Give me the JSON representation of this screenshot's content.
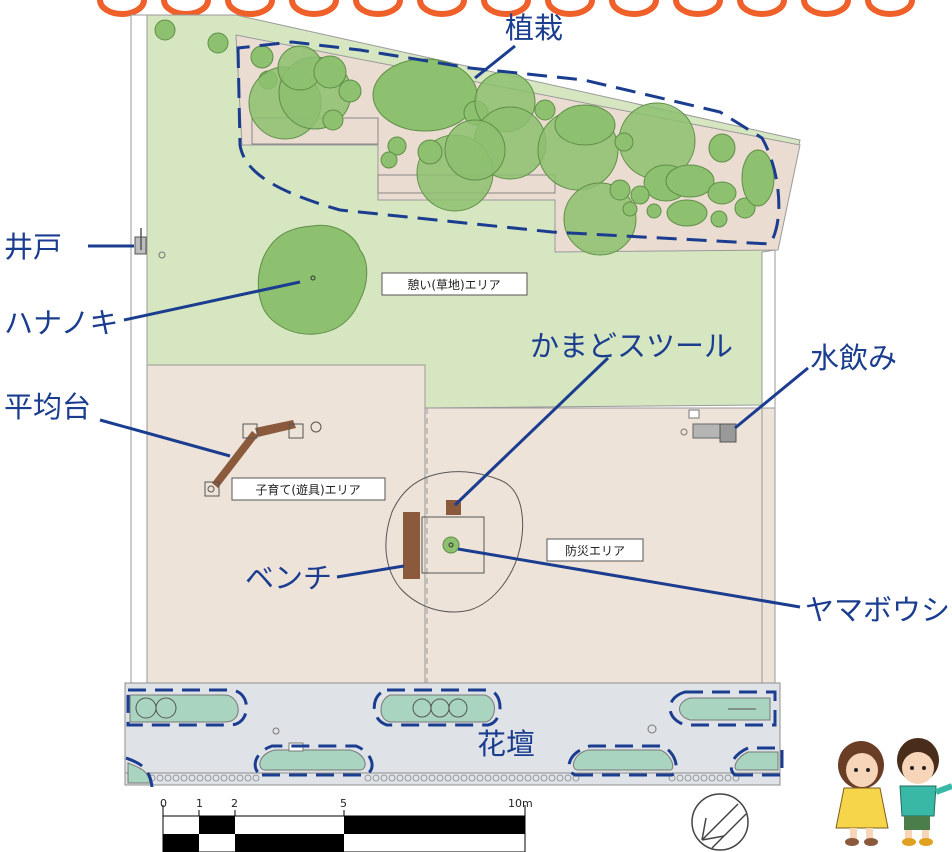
{
  "colors": {
    "lawn": "#d6e6c0",
    "ground": "#eee3d9",
    "planting": "#eadcd1",
    "tree": "#8dc06f",
    "tree_edge": "#5f8f47",
    "road": "#dfe3e7",
    "flowerbed": "#a9d4bf",
    "callout": "#1b3d8f",
    "wood": "#8b5a3c",
    "accent_top": "#f0602a"
  },
  "callouts": {
    "planting": "植栽",
    "well": "井戸",
    "alder": "ハナノキ",
    "balance_beam": "平均台",
    "stool": "かまどスツール",
    "drinking": "水飲み",
    "bench": "ベンチ",
    "dogwood": "ヤマボウシ",
    "flowerbed": "花壇"
  },
  "areas": {
    "rest": "憩い(草地)エリア",
    "kids": "子育て(遊具)エリア",
    "disaster": "防災エリア"
  },
  "scale": {
    "ticks": [
      "0",
      "1",
      "2",
      "5",
      "10m"
    ]
  }
}
